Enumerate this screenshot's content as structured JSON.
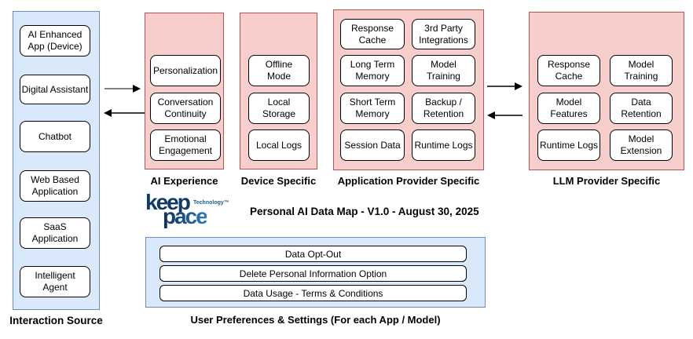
{
  "title": "Personal AI Data Map - V1.0 - August 30, 2025",
  "logo": {
    "word1": "keep",
    "word2": "pace",
    "tagline": "Technology™"
  },
  "columns": {
    "interaction_source": {
      "label": "Interaction Source",
      "items": [
        "AI Enhanced\nApp (Device)",
        "Digital Assistant",
        "Chatbot",
        "Web Based\nApplication",
        "SaaS\nApplication",
        "Intelligent\nAgent"
      ]
    },
    "ai_experience": {
      "label": "AI Experience",
      "items": [
        "Personalization",
        "Conversation\nContinuity",
        "Emotional\nEngagement"
      ]
    },
    "device_specific": {
      "label": "Device Specific",
      "items": [
        "Offline\nMode",
        "Local Storage",
        "Local Logs"
      ]
    },
    "application_provider": {
      "label": "Application Provider Specific",
      "items": [
        "Response\nCache",
        "3rd Party\nIntegrations",
        "Long Term\nMemory",
        "Model\nTraining",
        "Short Term\nMemory",
        "Backup /\nRetention",
        "Session Data",
        "Runtime Logs"
      ]
    },
    "llm_provider": {
      "label": "LLM Provider Specific",
      "items": [
        "Response\nCache",
        "Model\nTraining",
        "Model\nFeatures",
        "Data\nRetention",
        "Runtime Logs",
        "Model\nExtension"
      ]
    }
  },
  "user_preferences": {
    "label": "User Preferences & Settings (For each App / Model)",
    "items": [
      "Data Opt-Out",
      "Delete Personal Information Option",
      "Data Usage - Terms & Conditions"
    ]
  },
  "colors": {
    "blue_fill": "#dae8fc",
    "blue_border": "#6c8ebf",
    "pink_fill": "#f8cecc",
    "pink_border": "#b85450",
    "node_border": "#000000",
    "arrow_gray": "#808080",
    "arrow_black": "#000000",
    "logo_navy": "#113b66",
    "logo_light": "#2e7cb8"
  }
}
